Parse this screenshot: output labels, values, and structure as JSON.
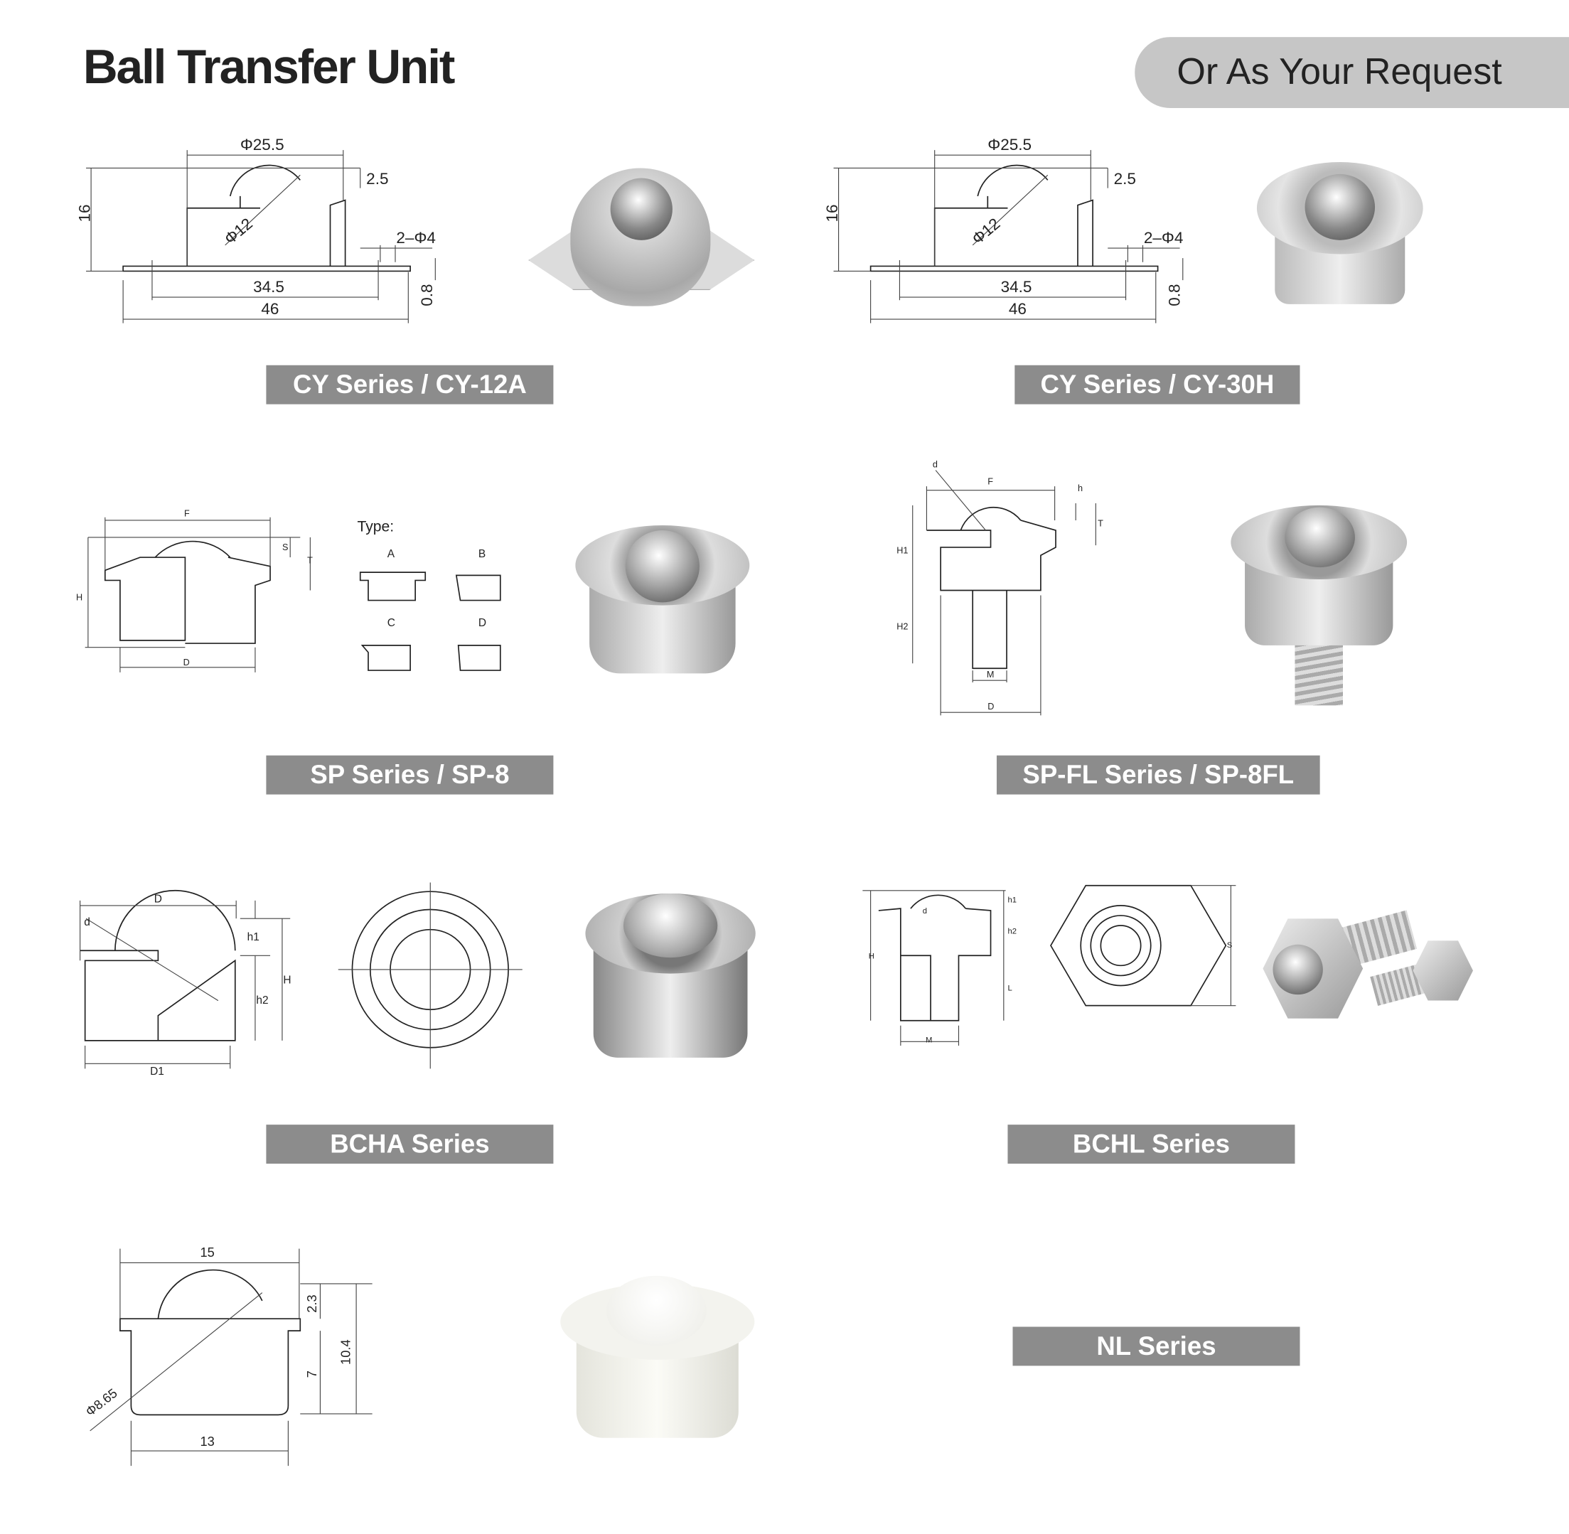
{
  "header": {
    "title": "Ball Transfer Unit",
    "request_badge": "Or As Your Request"
  },
  "products": [
    {
      "label": "CY Series / CY-12A",
      "dims": {
        "outer_dia": "Φ25.5",
        "top": "2.5",
        "height": "16",
        "ball": "Φ12",
        "holes": "2–Φ4",
        "pitch": "34.5",
        "width": "46",
        "thickness": "0.8"
      }
    },
    {
      "label": "CY Series / CY-30H",
      "dims": {
        "outer_dia": "Φ25.5",
        "top": "2.5",
        "height": "16",
        "ball": "Φ12",
        "holes": "2–Φ4",
        "pitch": "34.5",
        "width": "46",
        "thickness": "0.8"
      }
    },
    {
      "label": "SP Series / SP-8",
      "dims": {
        "F": "F",
        "S": "S",
        "T": "T",
        "H": "H",
        "D": "D"
      },
      "type_title": "Type:",
      "types": [
        "A",
        "B",
        "C",
        "D"
      ]
    },
    {
      "label": "SP-FL Series / SP-8FL",
      "dims": {
        "d": "d",
        "F": "F",
        "h": "h",
        "T": "T",
        "H1": "H1",
        "H2": "H2",
        "M": "M",
        "D": "D"
      }
    },
    {
      "label": "BCHA Series",
      "dims": {
        "D": "D",
        "d": "d",
        "h1": "h1",
        "H": "H",
        "h2": "h2",
        "D1": "D1"
      }
    },
    {
      "label": "BCHL Series",
      "dims": {
        "h1": "h1",
        "d": "d",
        "h2": "h2",
        "H": "H",
        "L": "L",
        "M": "M",
        "S": "S"
      }
    },
    {
      "label": "NL Series",
      "dims": {
        "top": "15",
        "s": "2.3",
        "total": "10.4",
        "body": "7",
        "ball": "Φ8.65",
        "bottom": "13"
      }
    }
  ],
  "colors": {
    "label_bg": "#8c8c8c",
    "badge_bg": "#c6c6c6",
    "text": "#222222"
  }
}
